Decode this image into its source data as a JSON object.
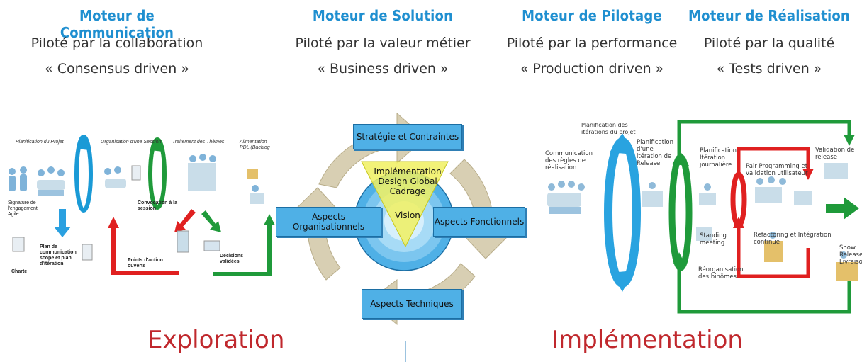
{
  "engines": [
    {
      "title": "Moteur de Communication",
      "line1": "Piloté par la collaboration",
      "line2": "« Consensus driven »"
    },
    {
      "title": "Moteur de Solution",
      "line1": "Piloté par la valeur métier",
      "line2": "« Business driven »"
    },
    {
      "title": "Moteur de Pilotage",
      "line1": "Piloté par la performance",
      "line2": "« Production driven »"
    },
    {
      "title": "Moteur de Réalisation",
      "line1": "Piloté par la qualité",
      "line2": "« Tests driven »"
    }
  ],
  "phases": {
    "left": "Exploration",
    "right": "Implémentation"
  },
  "exploration": {
    "headers": [
      "Planification du Projet",
      "Organisation d'une Session",
      "Traitement des Thèmes",
      "Alimentation PDL (Backlog"
    ],
    "labels": {
      "signature": "Signature de l'engagement Agile",
      "charte": "Charte",
      "plan": "Plan de communication scope et plan d'itération",
      "convocation": "Convocation à la session",
      "points": "Points d'action ouverts",
      "decisions": "Décisions validées"
    }
  },
  "solution": {
    "top": "Stratégie et Contraintes",
    "left": "Aspects Organisationnels",
    "right": "Aspects Fonctionnels",
    "bottom": "Aspects Techniques",
    "core": [
      "Implémentation",
      "Design Global",
      "Cadrage",
      "Vision"
    ]
  },
  "implementation": {
    "labels": {
      "plan_iter": "Planification des itérations du projet",
      "communication": "Communication des règles de réalisation",
      "plan_release": "Planification d'une itération de Release",
      "plan_jour": "Planification Itération journalière",
      "pair": "Pair Programming et validation utilisateur",
      "validation": "Validation de release",
      "standing": "Standing meeting",
      "refacto": "Refactoring et Intégration continue",
      "reorg": "Réorganisation des binômes",
      "show": "Show Release Livraison"
    }
  },
  "colors": {
    "title_blue": "#1f8fd0",
    "phase_red": "#c0282d",
    "arrow_green": "#1f9a3a",
    "arrow_red": "#e02020",
    "box_blue": "#4fb0e6"
  }
}
